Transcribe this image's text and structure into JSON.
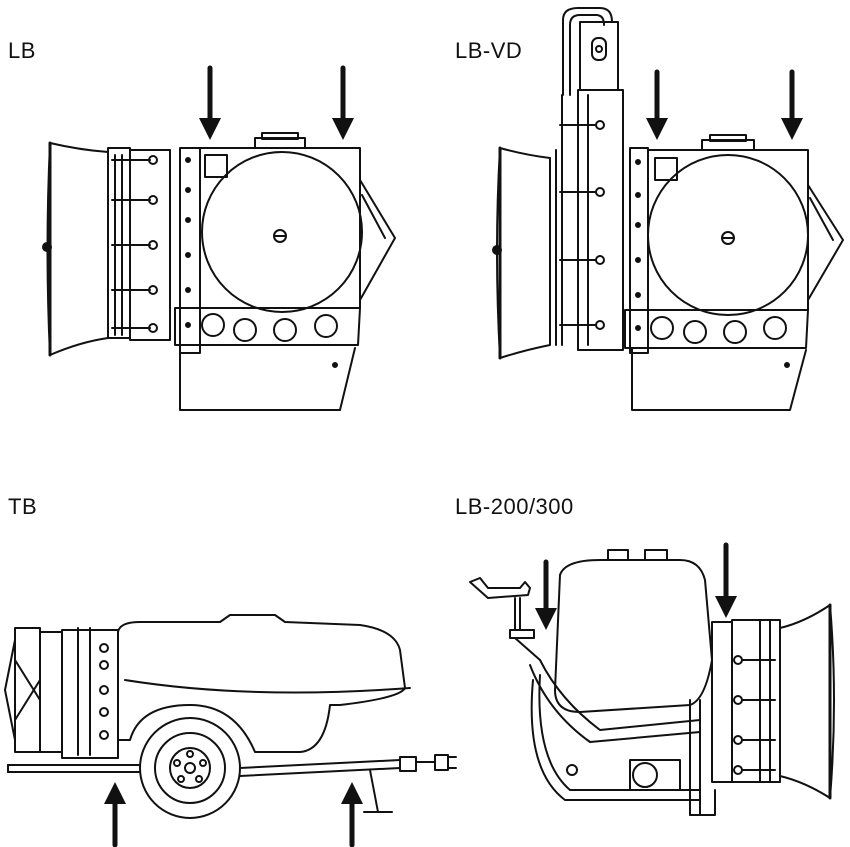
{
  "labels": {
    "lb": "LB",
    "lbvd": "LB-VD",
    "tb": "TB",
    "lb200": "LB-200/300"
  },
  "colors": {
    "ink": "#111111",
    "paper": "#ffffff"
  },
  "icons": [
    "arrow-down-icon",
    "arrow-up-icon"
  ]
}
